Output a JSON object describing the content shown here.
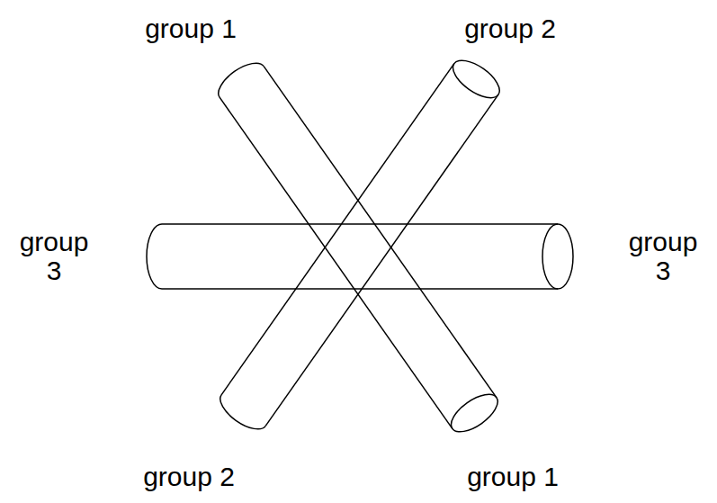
{
  "diagram": {
    "labels": [
      "group 1",
      "group 2",
      "group 3",
      "group 3",
      "group 2",
      "group 1"
    ]
  }
}
